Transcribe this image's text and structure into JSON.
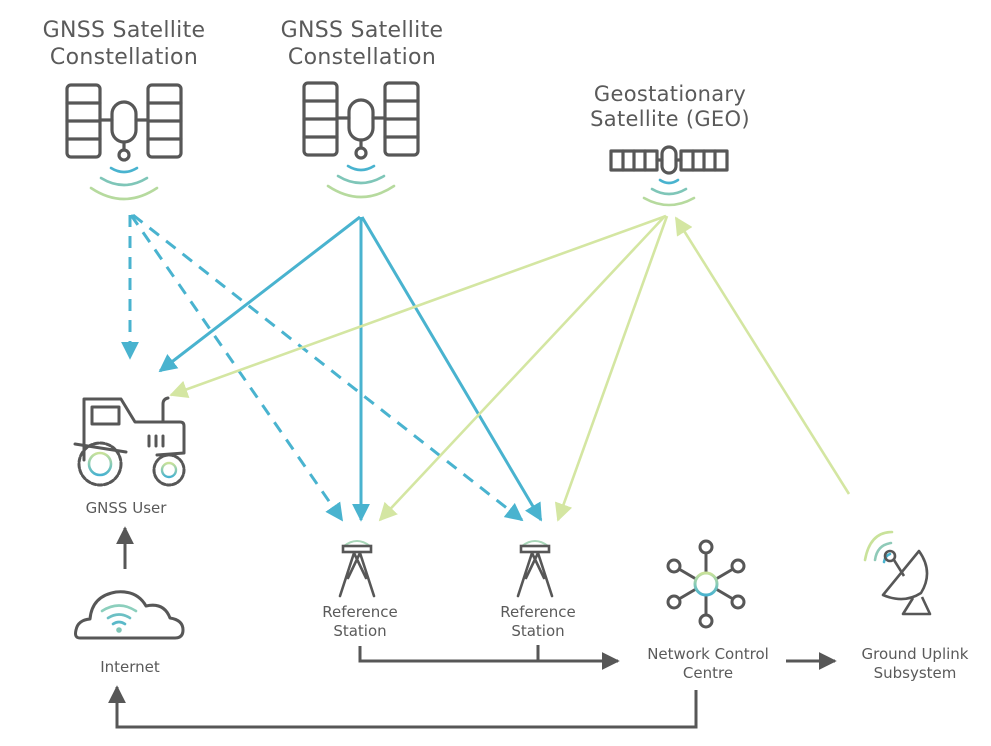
{
  "nodes": {
    "gnss_constellation_1": {
      "label_line1": "GNSS Satellite",
      "label_line2": "Constellation",
      "icon": "satellite-icon"
    },
    "gnss_constellation_2": {
      "label_line1": "GNSS Satellite",
      "label_line2": "Constellation",
      "icon": "satellite-icon"
    },
    "geo_satellite": {
      "label_line1": "Geostationary",
      "label_line2": "Satellite (GEO)",
      "icon": "geo-satellite-icon"
    },
    "gnss_user": {
      "label": "GNSS User",
      "icon": "tractor-icon"
    },
    "internet": {
      "label": "Internet",
      "icon": "cloud-wifi-icon"
    },
    "reference_station_1": {
      "label_line1": "Reference",
      "label_line2": "Station",
      "icon": "antenna-tower-icon"
    },
    "reference_station_2": {
      "label_line1": "Reference",
      "label_line2": "Station",
      "icon": "antenna-tower-icon"
    },
    "network_control_centre": {
      "label_line1": "Network Control",
      "label_line2": "Centre",
      "icon": "network-hub-icon"
    },
    "ground_uplink": {
      "label_line1": "Ground Uplink",
      "label_line2": "Subsystem",
      "icon": "satellite-dish-icon"
    }
  },
  "edges": [
    {
      "from": "gnss_constellation_1",
      "to": "gnss_user",
      "style": "dashed",
      "color": "blue"
    },
    {
      "from": "gnss_constellation_1",
      "to": "reference_station_1",
      "style": "dashed",
      "color": "blue"
    },
    {
      "from": "gnss_constellation_1",
      "to": "reference_station_2",
      "style": "dashed",
      "color": "blue"
    },
    {
      "from": "gnss_constellation_2",
      "to": "gnss_user",
      "style": "solid",
      "color": "blue"
    },
    {
      "from": "gnss_constellation_2",
      "to": "reference_station_1",
      "style": "solid",
      "color": "blue"
    },
    {
      "from": "gnss_constellation_2",
      "to": "reference_station_2",
      "style": "solid",
      "color": "blue"
    },
    {
      "from": "geo_satellite",
      "to": "gnss_user",
      "style": "solid",
      "color": "green"
    },
    {
      "from": "geo_satellite",
      "to": "reference_station_1",
      "style": "solid",
      "color": "green"
    },
    {
      "from": "geo_satellite",
      "to": "reference_station_2",
      "style": "solid",
      "color": "green"
    },
    {
      "from": "ground_uplink",
      "to": "geo_satellite",
      "style": "solid",
      "color": "green"
    },
    {
      "from": "reference_station_1",
      "to": "network_control_centre",
      "style": "solid",
      "color": "gray"
    },
    {
      "from": "reference_station_2",
      "to": "network_control_centre",
      "style": "solid",
      "color": "gray"
    },
    {
      "from": "network_control_centre",
      "to": "ground_uplink",
      "style": "solid",
      "color": "gray"
    },
    {
      "from": "network_control_centre",
      "to": "internet",
      "style": "solid",
      "color": "gray"
    },
    {
      "from": "internet",
      "to": "gnss_user",
      "style": "solid",
      "color": "gray"
    }
  ],
  "colors": {
    "blue": "#49b3cf",
    "green": "#d4e6a2",
    "gray": "#575757",
    "text": "#5a5a5a"
  }
}
